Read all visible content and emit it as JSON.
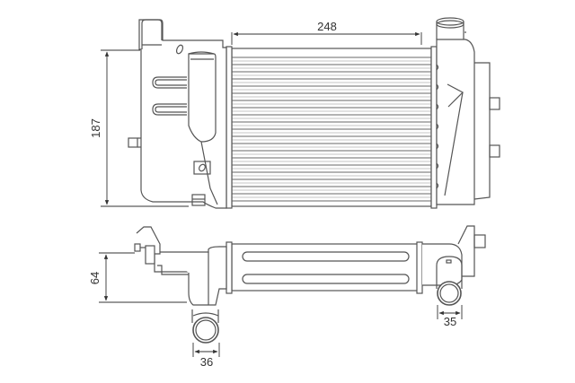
{
  "diagram": {
    "subject": "Intercooler technical drawing",
    "views": [
      "front-view",
      "top-view"
    ],
    "colors": {
      "line": "#555555",
      "fin": "#9a9a9a",
      "background": "#ffffff",
      "text": "#333333"
    },
    "dimensions": {
      "core_width": "248",
      "height": "187",
      "depth": "64",
      "left_pipe_diameter": "36",
      "right_pipe_diameter": "35"
    }
  }
}
